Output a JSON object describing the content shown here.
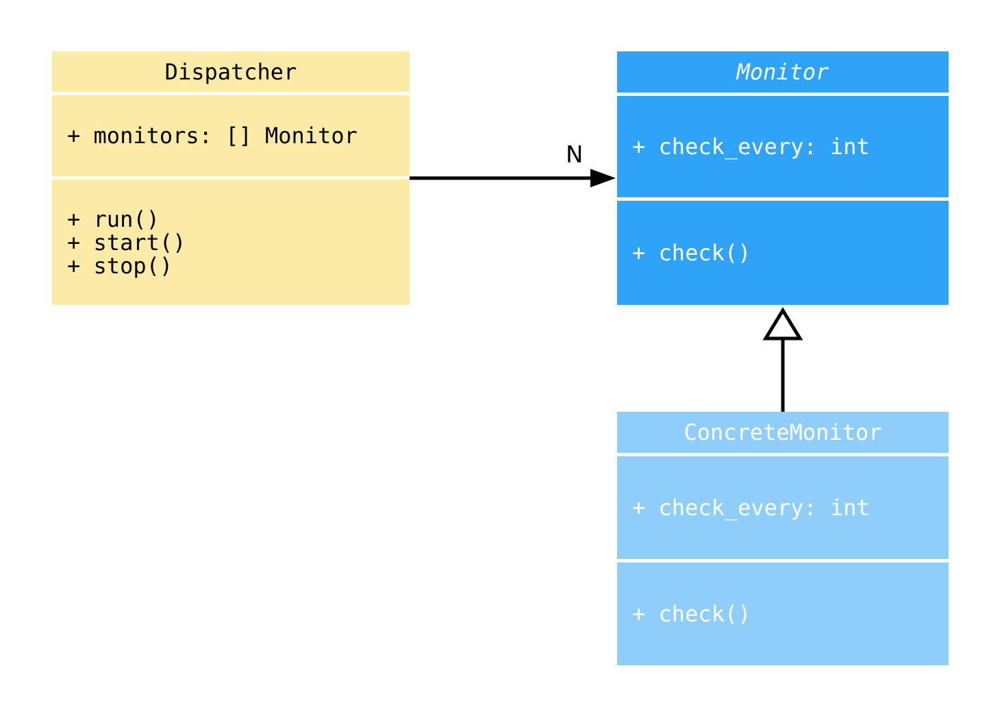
{
  "diagram": {
    "type": "uml-class-diagram",
    "background_color": "#ffffff",
    "line_color": "#000000",
    "classes": [
      {
        "id": "dispatcher",
        "name": "Dispatcher",
        "title_italic": false,
        "fill": "#FCEBA7",
        "text_color": "#000000",
        "attributes": [
          "+ monitors: [] Monitor"
        ],
        "methods": [
          "+ run()",
          "+ start()",
          "+ stop()"
        ]
      },
      {
        "id": "monitor",
        "name": "Monitor",
        "title_italic": true,
        "fill": "#2EA3F8",
        "text_color": "#ffffff",
        "attributes": [
          "+ check_every: int"
        ],
        "methods": [
          "+ check()"
        ]
      },
      {
        "id": "concrete-monitor",
        "name": "ConcreteMonitor",
        "title_italic": false,
        "fill": "#8FCEFA",
        "text_color": "#ffffff",
        "attributes": [
          "+ check_every: int"
        ],
        "methods": [
          "+ check()"
        ]
      }
    ],
    "relationships": [
      {
        "type": "association",
        "from": "Dispatcher",
        "to": "Monitor",
        "label": "N",
        "arrowhead": "filled-triangle"
      },
      {
        "type": "inheritance",
        "from": "ConcreteMonitor",
        "to": "Monitor",
        "label": "",
        "arrowhead": "hollow-triangle"
      }
    ]
  }
}
